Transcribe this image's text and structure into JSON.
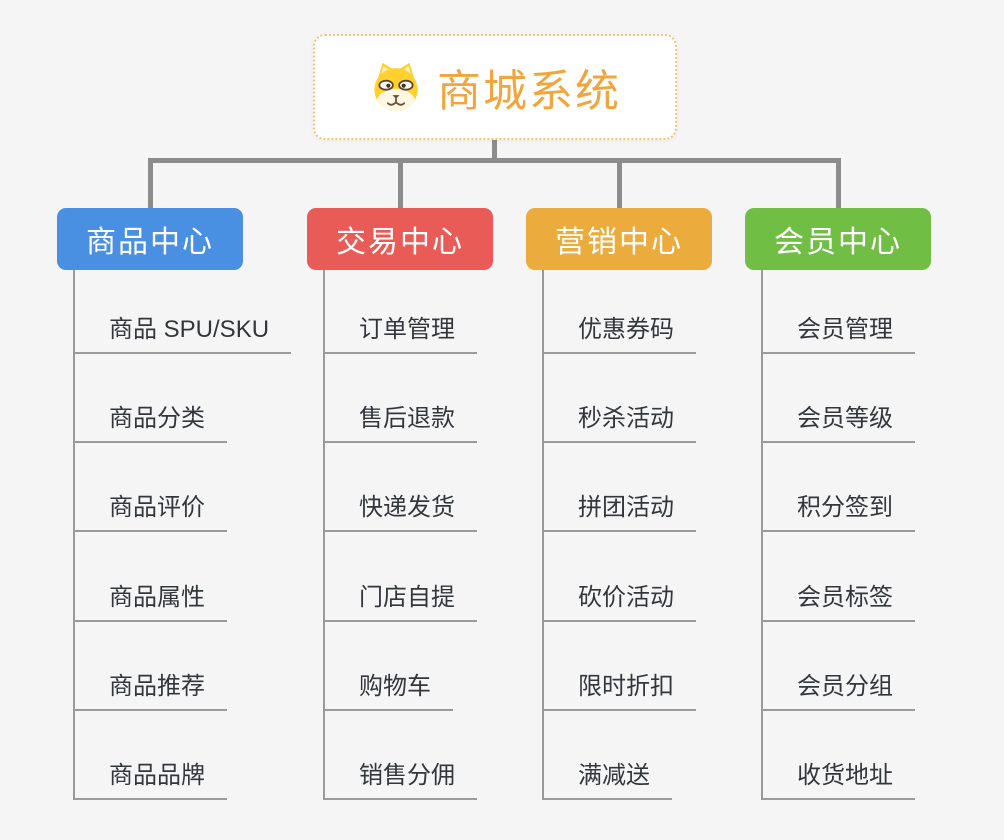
{
  "page": {
    "background": "#F5F5F6",
    "connector_color": "#8C8C8C",
    "leaf_line_color": "#9A9A9A"
  },
  "root": {
    "title": "商城系统",
    "icon": "dog-face-icon",
    "title_color": "#F0A63C",
    "border_color": "#F2C274",
    "fill": "#FFFFFF"
  },
  "branches": [
    {
      "label": "商品中心",
      "color": "#4A90E2",
      "children": [
        "商品 SPU/SKU",
        "商品分类",
        "商品评价",
        "商品属性",
        "商品推荐",
        "商品品牌"
      ]
    },
    {
      "label": "交易中心",
      "color": "#E95B56",
      "children": [
        "订单管理",
        "售后退款",
        "快递发货",
        "门店自提",
        "购物车",
        "销售分佣"
      ]
    },
    {
      "label": "营销中心",
      "color": "#ECAB3D",
      "children": [
        "优惠券码",
        "秒杀活动",
        "拼团活动",
        "砍价活动",
        "限时折扣",
        "满减送"
      ]
    },
    {
      "label": "会员中心",
      "color": "#70BE44",
      "children": [
        "会员管理",
        "会员等级",
        "积分签到",
        "会员标签",
        "会员分组",
        "收货地址"
      ]
    }
  ]
}
